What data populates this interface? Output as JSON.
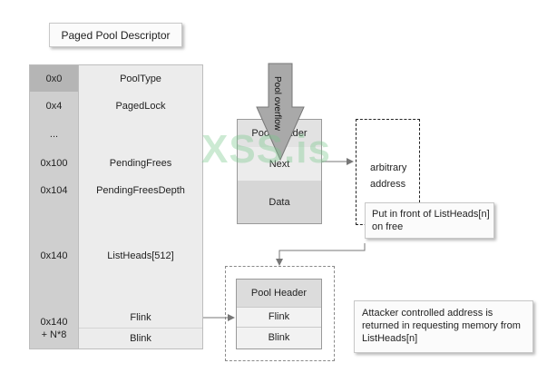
{
  "title": "Paged Pool Descriptor",
  "descriptor": {
    "rows": [
      {
        "offset": "0x0",
        "field": "PoolType"
      },
      {
        "offset": "0x4",
        "field": "PagedLock"
      },
      {
        "offset": "...",
        "field": ""
      },
      {
        "offset": "0x100",
        "field": "PendingFrees"
      },
      {
        "offset": "0x104",
        "field": "PendingFreesDepth"
      },
      {
        "offset": "0x140",
        "field": "ListHeads[512]"
      }
    ],
    "entry": {
      "offset": "0x140\n+ N*8",
      "flink": "Flink",
      "blink": "Blink"
    }
  },
  "overflow_chunk": {
    "arrow_label": "Pool overflow",
    "header": "Pool Header",
    "next": "Next",
    "data": "Data"
  },
  "arbitrary": {
    "label": "arbitrary address"
  },
  "put_note": "Put in front of ListHeads[n] on free",
  "free_chunk": {
    "header": "Pool Header",
    "flink": "Flink",
    "blink": "Blink"
  },
  "attacker_note": "Attacker controlled address is returned in requesting memory from ListHeads[n]",
  "watermark": "XSS.is"
}
